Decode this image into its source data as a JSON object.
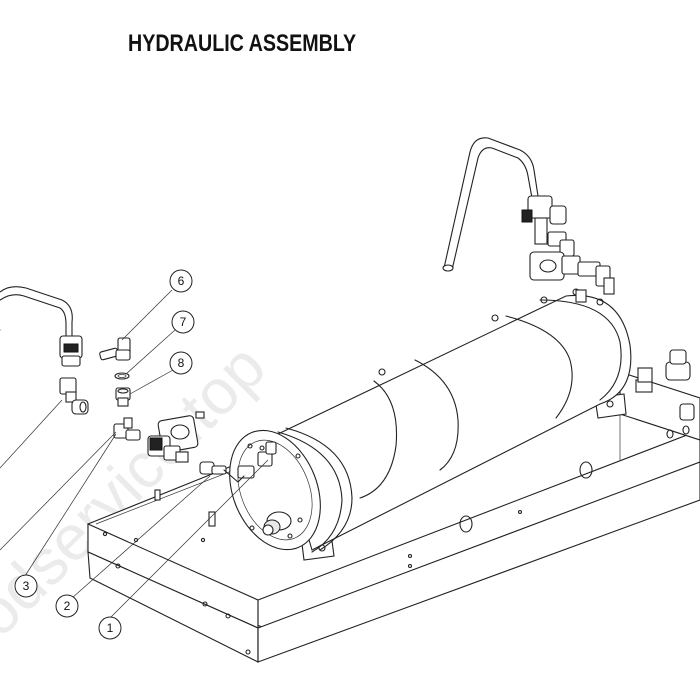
{
  "title": "HYDRAULIC ASSEMBLY",
  "watermark": "odservice.top",
  "callouts": [
    {
      "label": "1"
    },
    {
      "label": "2"
    },
    {
      "label": "3"
    },
    {
      "label": "6"
    },
    {
      "label": "7"
    },
    {
      "label": "8"
    }
  ]
}
